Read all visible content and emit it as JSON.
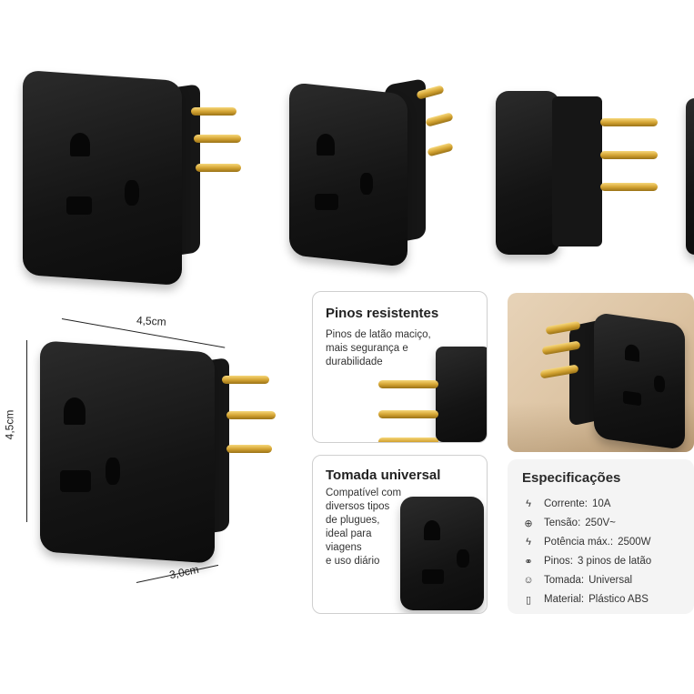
{
  "dimensions": {
    "width_label": "4,5cm",
    "height_label": "4,5cm",
    "depth_label": "3,0cm"
  },
  "callouts": {
    "pins": {
      "title": "Pinos resistentes",
      "lines": [
        "Pinos de latão maciço,",
        "mais segurança e",
        "durabilidade"
      ]
    },
    "socket": {
      "title": "Tomada universal",
      "lines": [
        "Compatível com",
        "diversos tipos",
        "de plugues,",
        "ideal para",
        "viagens",
        "e uso diário"
      ]
    }
  },
  "specs": {
    "title": "Especificações",
    "rows": [
      {
        "icon": "lightning-icon",
        "label": "Corrente:",
        "value": "10A"
      },
      {
        "icon": "voltage-icon",
        "label": "Tensão:",
        "value": "250V~"
      },
      {
        "icon": "lightning-icon",
        "label": "Potência máx.:",
        "value": "2500W"
      },
      {
        "icon": "pins-icon",
        "label": "Pinos:",
        "value": "3 pinos de latão"
      },
      {
        "icon": "socket-icon",
        "label": "Tomada:",
        "value": "Universal"
      },
      {
        "icon": "material-icon",
        "label": "Material:",
        "value": "Plástico ABS"
      }
    ]
  },
  "colors": {
    "plastic": "#141414",
    "brass": "#d5a534",
    "card_border": "#cfcfcf",
    "spec_bg": "#f4f4f4"
  }
}
